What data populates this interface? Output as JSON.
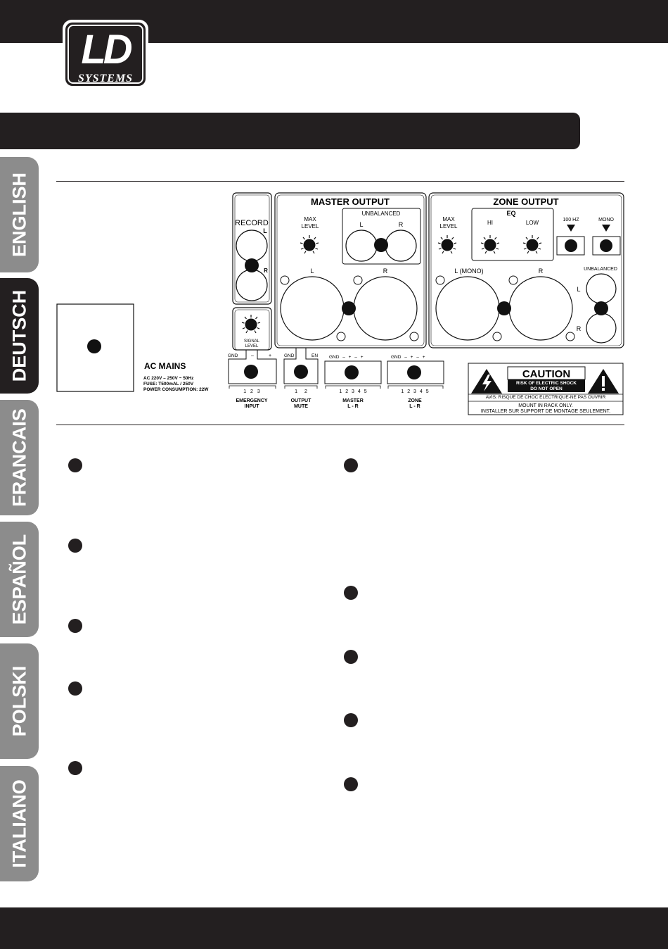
{
  "logo": {
    "brand": "LD",
    "sub": "SYSTEMS"
  },
  "tabs": [
    {
      "label": "ENGLISH",
      "active": false
    },
    {
      "label": "DEUTSCH",
      "active": true
    },
    {
      "label": "FRANCAIS",
      "active": false
    },
    {
      "label": "ESPAÑOL",
      "active": false
    },
    {
      "label": "POLSKI",
      "active": false
    },
    {
      "label": "ITALIANO",
      "active": false
    }
  ],
  "panel": {
    "record": {
      "title": "RECORD",
      "l": "L",
      "r": "R"
    },
    "signal_level": {
      "line1": "SIGNAL",
      "line2": "LEVEL"
    },
    "master_output": {
      "title": "MASTER OUTPUT",
      "max_level_1": "MAX",
      "max_level_2": "LEVEL",
      "unbalanced": "UNBALANCED",
      "l": "L",
      "r": "R",
      "xlr_l": "L",
      "xlr_r": "R"
    },
    "zone_output": {
      "title": "ZONE OUTPUT",
      "max_level_1": "MAX",
      "max_level_2": "LEVEL",
      "eq": "EQ",
      "hi": "HI",
      "low": "LOW",
      "hz100": "100 HZ",
      "mono": "MONO",
      "xlr_l": "L (MONO)",
      "xlr_r": "R",
      "unbalanced": "UNBALANCED",
      "l": "L",
      "r": "R"
    },
    "ac_mains": {
      "title": "AC MAINS",
      "line1": "AC 220V – 250V ~ 50Hz",
      "line2": "FUSE: T500mAL / 250V",
      "line3": "POWER CONSUMPTION: 22W"
    },
    "emergency": {
      "gnd": "GND",
      "minus": "–",
      "plus": "+",
      "pins": "1 2 3",
      "label1": "EMERGENCY",
      "label2": "INPUT"
    },
    "output_mute": {
      "gnd": "GND",
      "en": "EN",
      "pins": "1 2",
      "label1": "OUTPUT",
      "label2": "MUTE"
    },
    "master_term": {
      "header": "GND – + – +",
      "pins": "1 2 3 4 5",
      "label1": "MASTER",
      "label2": "L - R"
    },
    "zone_term": {
      "header": "GND – + – +",
      "pins": "1 2 3 4 5",
      "label1": "ZONE",
      "label2": "L - R"
    },
    "caution": {
      "title": "CAUTION",
      "line1": "RISK OF ELECTRIC SHOCK",
      "line2": "DO NOT OPEN",
      "avis": "AVIS: RISQUE DE CHOC ELECTRIQUE-NE PAS OUVRIR",
      "mount1": "MOUNT IN RACK ONLY.",
      "mount2": "INSTALLER SUR SUPPORT DE MONTAGE SEULEMENT."
    }
  }
}
